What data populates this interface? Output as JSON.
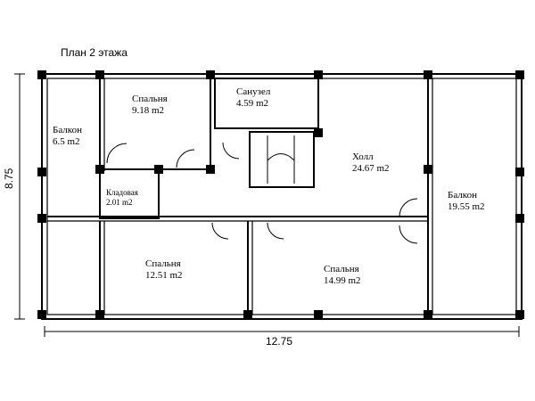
{
  "plan": {
    "title": "План 2 этажа",
    "width_label": "12.75",
    "height_label": "8.75"
  },
  "rooms": [
    {
      "name": "Спальня",
      "area": "9.18 m2"
    },
    {
      "name": "Санузел",
      "area": "4.59 m2"
    },
    {
      "name": "Балкон",
      "area": "6.5 m2"
    },
    {
      "name": "Холл",
      "area": "24.67 m2"
    },
    {
      "name": "Кладовая",
      "area": "2.01 m2"
    },
    {
      "name": "Балкон",
      "area": "19.55 m2"
    },
    {
      "name": "Спальня",
      "area": "12.51 m2"
    },
    {
      "name": "Спальня",
      "area": "14.99 m2"
    }
  ]
}
